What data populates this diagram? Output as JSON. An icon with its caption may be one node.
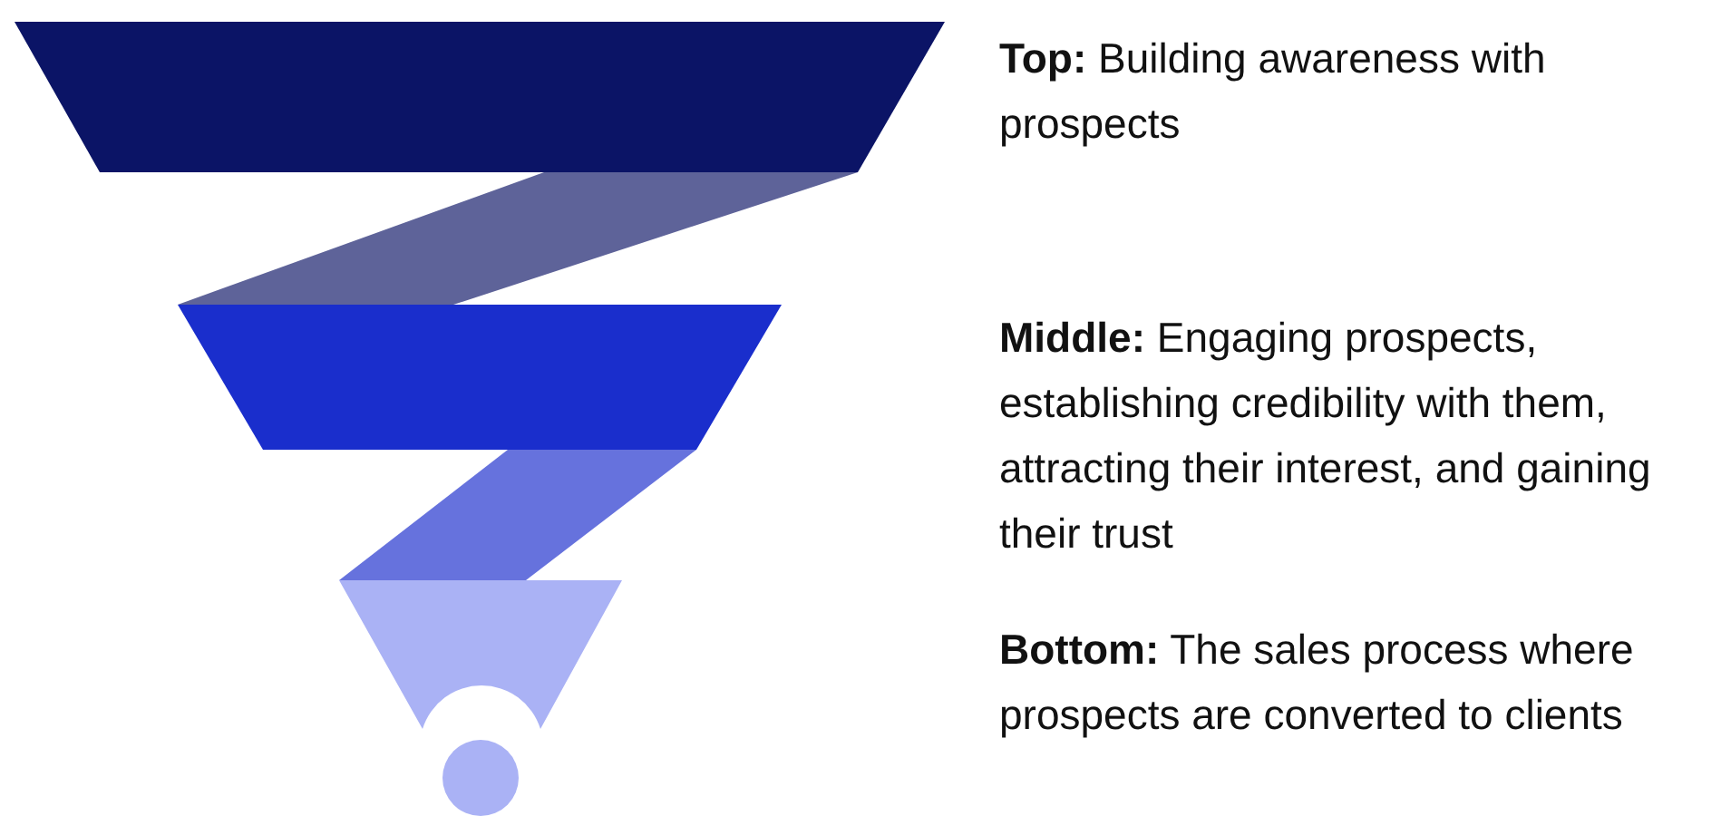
{
  "diagram": {
    "labels": [
      "**Top:** Building awareness with prospects",
      "**Middle:** Engaging prospects, establishing credibility with them, attracting their interest, and gaining their trust",
      "**Bottom:** The sales process where prospects are converted to clients"
    ]
  }
}
